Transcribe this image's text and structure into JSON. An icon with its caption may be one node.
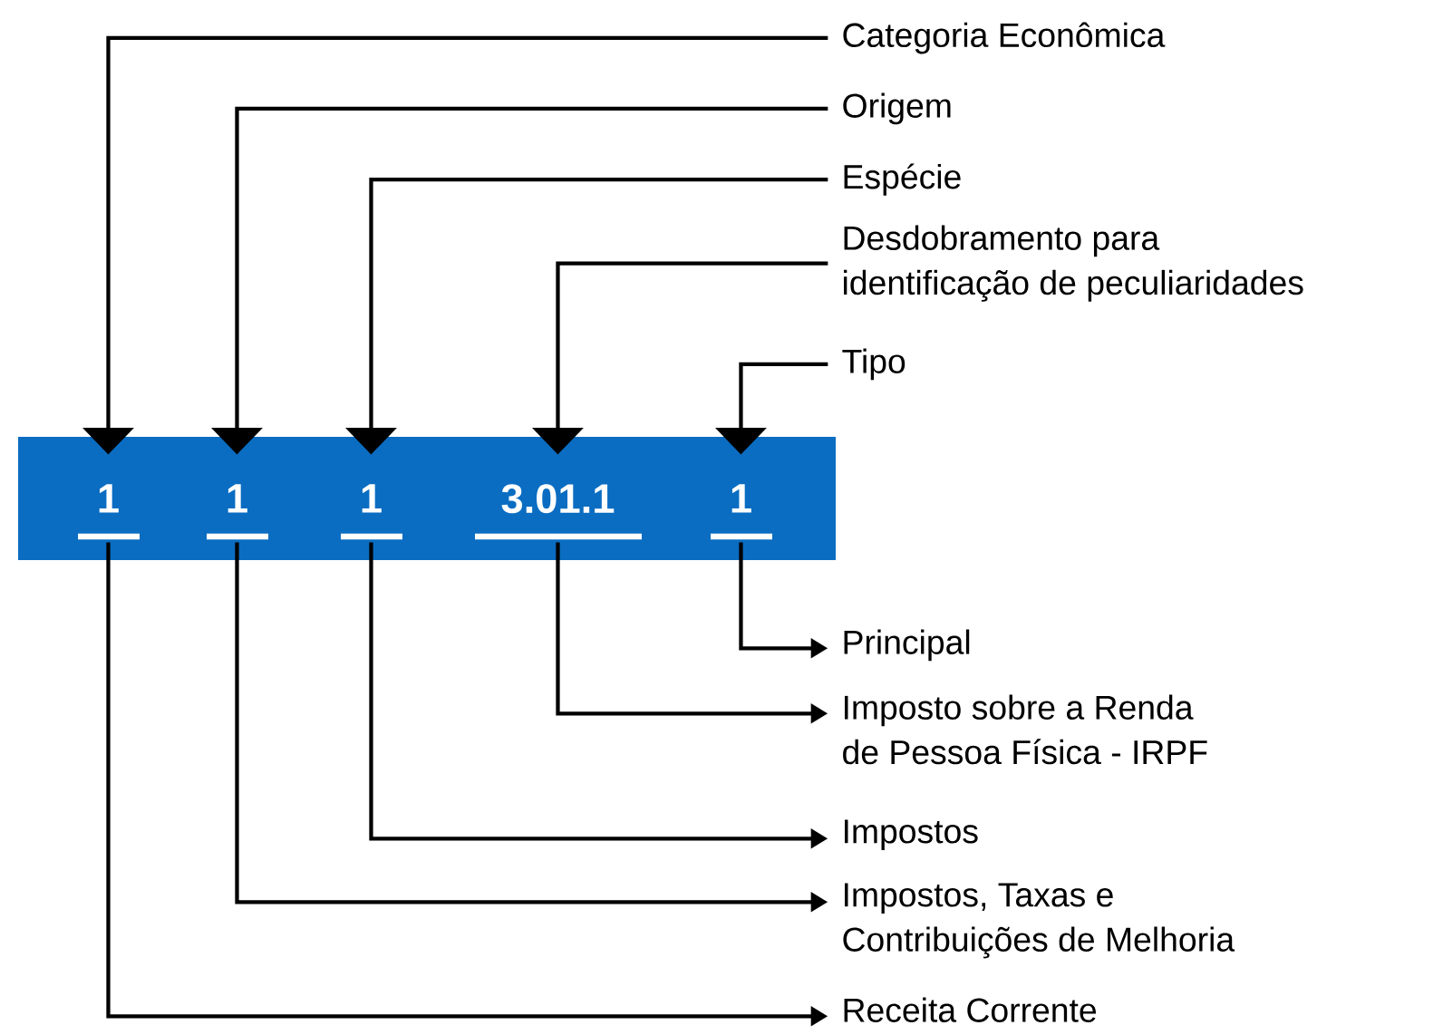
{
  "diagram": {
    "nodes": [
      {
        "text": [
          "Categoria Econômica"
        ]
      },
      {
        "text": [
          "Origem"
        ]
      },
      {
        "text": [
          "Espécie"
        ]
      },
      {
        "text": [
          "Desdobramento para identificação de peculiaridades"
        ]
      },
      {
        "text": [
          "Tipo"
        ]
      },
      {
        "text": [],
        "shape": "bar"
      },
      {
        "text": [
          "1"
        ],
        "in": 5
      },
      {
        "text": [
          "1"
        ],
        "in": 5
      },
      {
        "text": [
          "1"
        ],
        "in": 5
      },
      {
        "text": [
          "3.01.1"
        ],
        "in": 5
      },
      {
        "text": [
          "1"
        ],
        "in": 5
      },
      {
        "text": [
          "Principal"
        ]
      },
      {
        "text": [
          "Imposto sobre a Renda de Pessoa Física - IRPF"
        ]
      },
      {
        "text": [
          "Impostos"
        ]
      },
      {
        "text": [
          "Impostos, Taxas e Contribuições de Melhoria"
        ]
      },
      {
        "text": [
          "Receita Corrente"
        ]
      }
    ],
    "edges": [
      {
        "from": 0,
        "to": 6,
        "arrow": "to"
      },
      {
        "from": 1,
        "to": 7,
        "arrow": "to"
      },
      {
        "from": 2,
        "to": 8,
        "arrow": "to"
      },
      {
        "from": 3,
        "to": 9,
        "arrow": "to"
      },
      {
        "from": 4,
        "to": 10,
        "arrow": "to"
      },
      {
        "from": 10,
        "to": 11,
        "arrow": "to"
      },
      {
        "from": 9,
        "to": 12,
        "arrow": "to"
      },
      {
        "from": 8,
        "to": 13,
        "arrow": "to"
      },
      {
        "from": 7,
        "to": 14,
        "arrow": "to"
      },
      {
        "from": 6,
        "to": 15,
        "arrow": "to"
      }
    ]
  }
}
